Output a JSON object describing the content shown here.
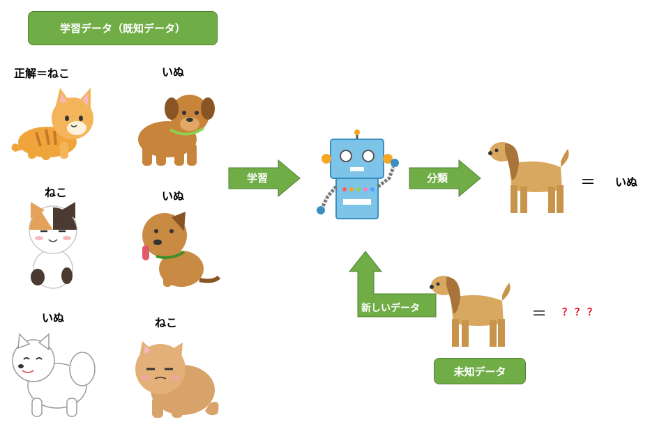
{
  "training_box": {
    "label": "学習データ（既知データ）"
  },
  "training_labels": {
    "cat1": "正解＝ねこ",
    "dog1": "いぬ",
    "cat2": "ねこ",
    "dog2": "いぬ",
    "dog3": "いぬ",
    "cat3": "ねこ"
  },
  "arrows": {
    "learn": "学習",
    "classify": "分類",
    "new_data": "新しいデータ"
  },
  "result": {
    "equals": "＝",
    "answer": "いぬ"
  },
  "unknown": {
    "equals": "＝",
    "answer": "？？？",
    "box_label": "未知データ"
  },
  "colors": {
    "green": "#70ad47",
    "green_border": "#507e32",
    "question_red": "#e60012"
  },
  "icons": [
    "orange-tabby-cat",
    "brown-dog",
    "calico-cat",
    "sitting-dog",
    "white-spitz-dog",
    "persian-cat",
    "robot",
    "afghan-hound"
  ]
}
